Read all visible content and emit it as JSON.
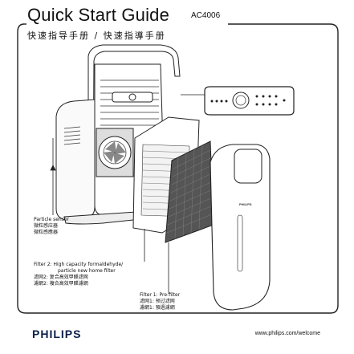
{
  "header": {
    "title": "Quick Start Guide",
    "model": "AC4006",
    "subtitle": "快速指导手册 / 快速指導手册"
  },
  "labels": {
    "particle_sensor": [
      "Particle sensor",
      "微粒感应器",
      "微粒感應器"
    ],
    "filter2": [
      "Filter 2: High capacity formaldehyde/",
      "particle new home filter",
      "滤网2:  复合高效甲醛滤网",
      "濾網2:  複合高效甲醛濾網"
    ],
    "filter1": [
      "Filter 1: Pre-filter",
      "滤网1:  预过滤网",
      "濾網1:  預過濾網"
    ]
  },
  "device_brand_mark": "PHILIPS",
  "footer": {
    "brand": "PHILIPS",
    "url": "www.philips.com/welcome"
  }
}
